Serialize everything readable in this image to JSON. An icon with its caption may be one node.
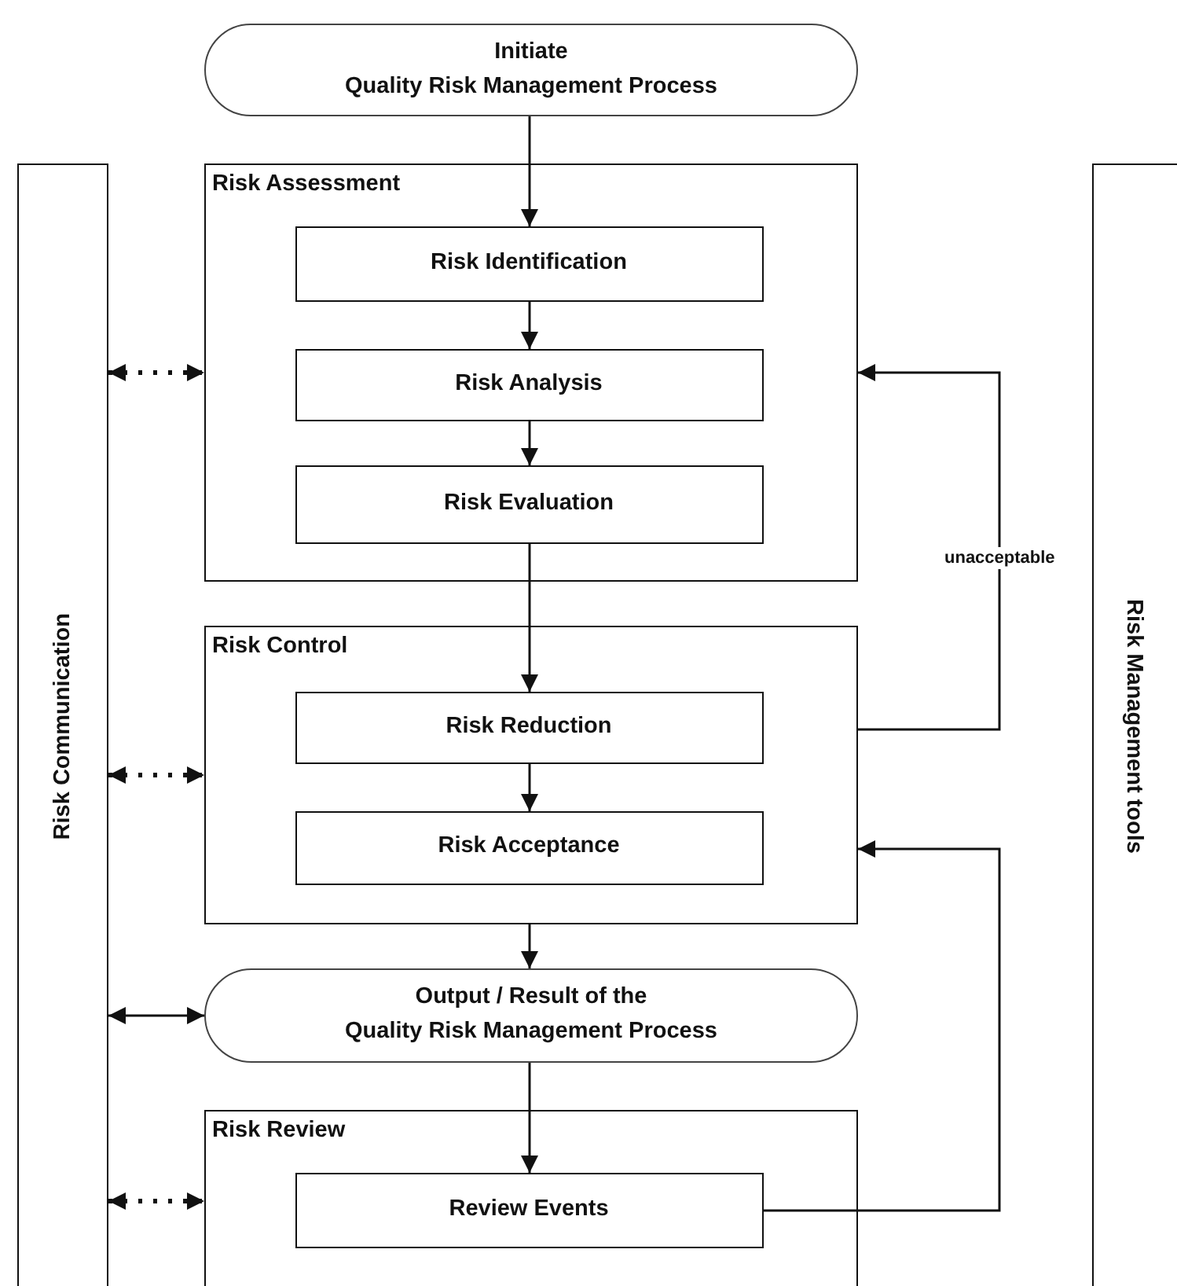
{
  "diagram": {
    "nodes": [
      {
        "text": [
          "Initiate",
          "Quality Risk Management Process"
        ]
      },
      {
        "text": [
          "Risk Communication"
        ]
      },
      {
        "text": [
          "Risk Assessment"
        ]
      },
      {
        "text": [
          "Risk Identification"
        ],
        "in": 2
      },
      {
        "text": [
          "Risk Analysis"
        ],
        "in": 2
      },
      {
        "text": [
          "Risk Evaluation"
        ],
        "in": 2
      },
      {
        "text": [
          "Risk Control"
        ]
      },
      {
        "text": [
          "Risk Reduction"
        ],
        "in": 6
      },
      {
        "text": [
          "Risk Acceptance"
        ],
        "in": 6
      },
      {
        "text": [
          "Output / Result of the",
          "Quality Risk Management Process"
        ]
      },
      {
        "text": [
          "Risk Review"
        ]
      },
      {
        "text": [
          "Review Events"
        ],
        "in": 10
      },
      {
        "text": [
          "Risk Management tools"
        ]
      }
    ],
    "edges": [
      {
        "from": 0,
        "to": 3,
        "arrow": "to"
      },
      {
        "from": 3,
        "to": 4,
        "arrow": "to"
      },
      {
        "from": 4,
        "to": 5,
        "arrow": "to"
      },
      {
        "from": 5,
        "to": 7,
        "arrow": "to"
      },
      {
        "from": 7,
        "to": 8,
        "arrow": "to"
      },
      {
        "from": 6,
        "to": 9,
        "arrow": "to"
      },
      {
        "from": 9,
        "to": 11,
        "arrow": "to"
      },
      {
        "from": 6,
        "to": 2,
        "arrow": "to",
        "label": "unacceptable"
      },
      {
        "from": 11,
        "to": 6,
        "arrow": "to"
      },
      {
        "from": 1,
        "to": 2,
        "arrow": "both",
        "style": "dashed"
      },
      {
        "from": 1,
        "to": 6,
        "arrow": "both",
        "style": "dashed"
      },
      {
        "from": 1,
        "to": 9,
        "arrow": "both"
      },
      {
        "from": 1,
        "to": 10,
        "arrow": "both",
        "style": "dashed"
      }
    ]
  }
}
